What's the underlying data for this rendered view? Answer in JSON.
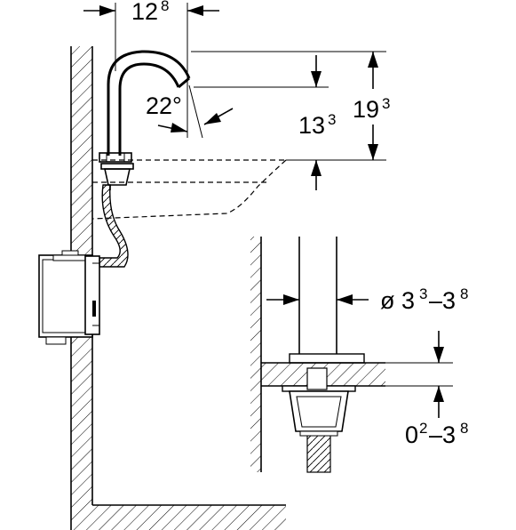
{
  "dimensions": {
    "spout_reach": {
      "main": "12",
      "sup": "8"
    },
    "spout_angle": {
      "text": "22°"
    },
    "outlet_height": {
      "main": "13",
      "sup": "3"
    },
    "overall_height": {
      "main": "19",
      "sup": "3"
    },
    "hole_diameter": {
      "prefix": "ø 3",
      "sup1": "3",
      "mid": "–3",
      "sup2": "8"
    },
    "deck_thickness": {
      "prefix": "0",
      "sup1": "2",
      "mid": "–3",
      "sup2": "8"
    }
  }
}
